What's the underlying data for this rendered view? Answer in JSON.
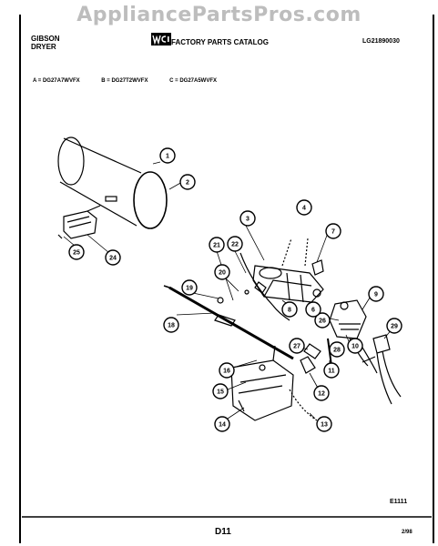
{
  "watermark": "AppliancePartsPros.com",
  "header": {
    "brand_line1": "GIBSON",
    "brand_line2": "DRYER",
    "catalog_title": "FACTORY PARTS CATALOG",
    "catalog_number": "LG21890030"
  },
  "models": [
    "A = DG27A7WVFX",
    "B = DG27T2WVFX",
    "C = DG27A5WVFX"
  ],
  "callouts": [
    "1",
    "2",
    "3",
    "4",
    "7",
    "21",
    "22",
    "20",
    "19",
    "18",
    "8",
    "26",
    "9",
    "10",
    "29",
    "27",
    "28",
    "11",
    "12",
    "16",
    "15",
    "14",
    "13",
    "6",
    "24",
    "25"
  ],
  "footer": {
    "page_code": "E1111",
    "page_label": "D11",
    "date_code": "2/98"
  }
}
